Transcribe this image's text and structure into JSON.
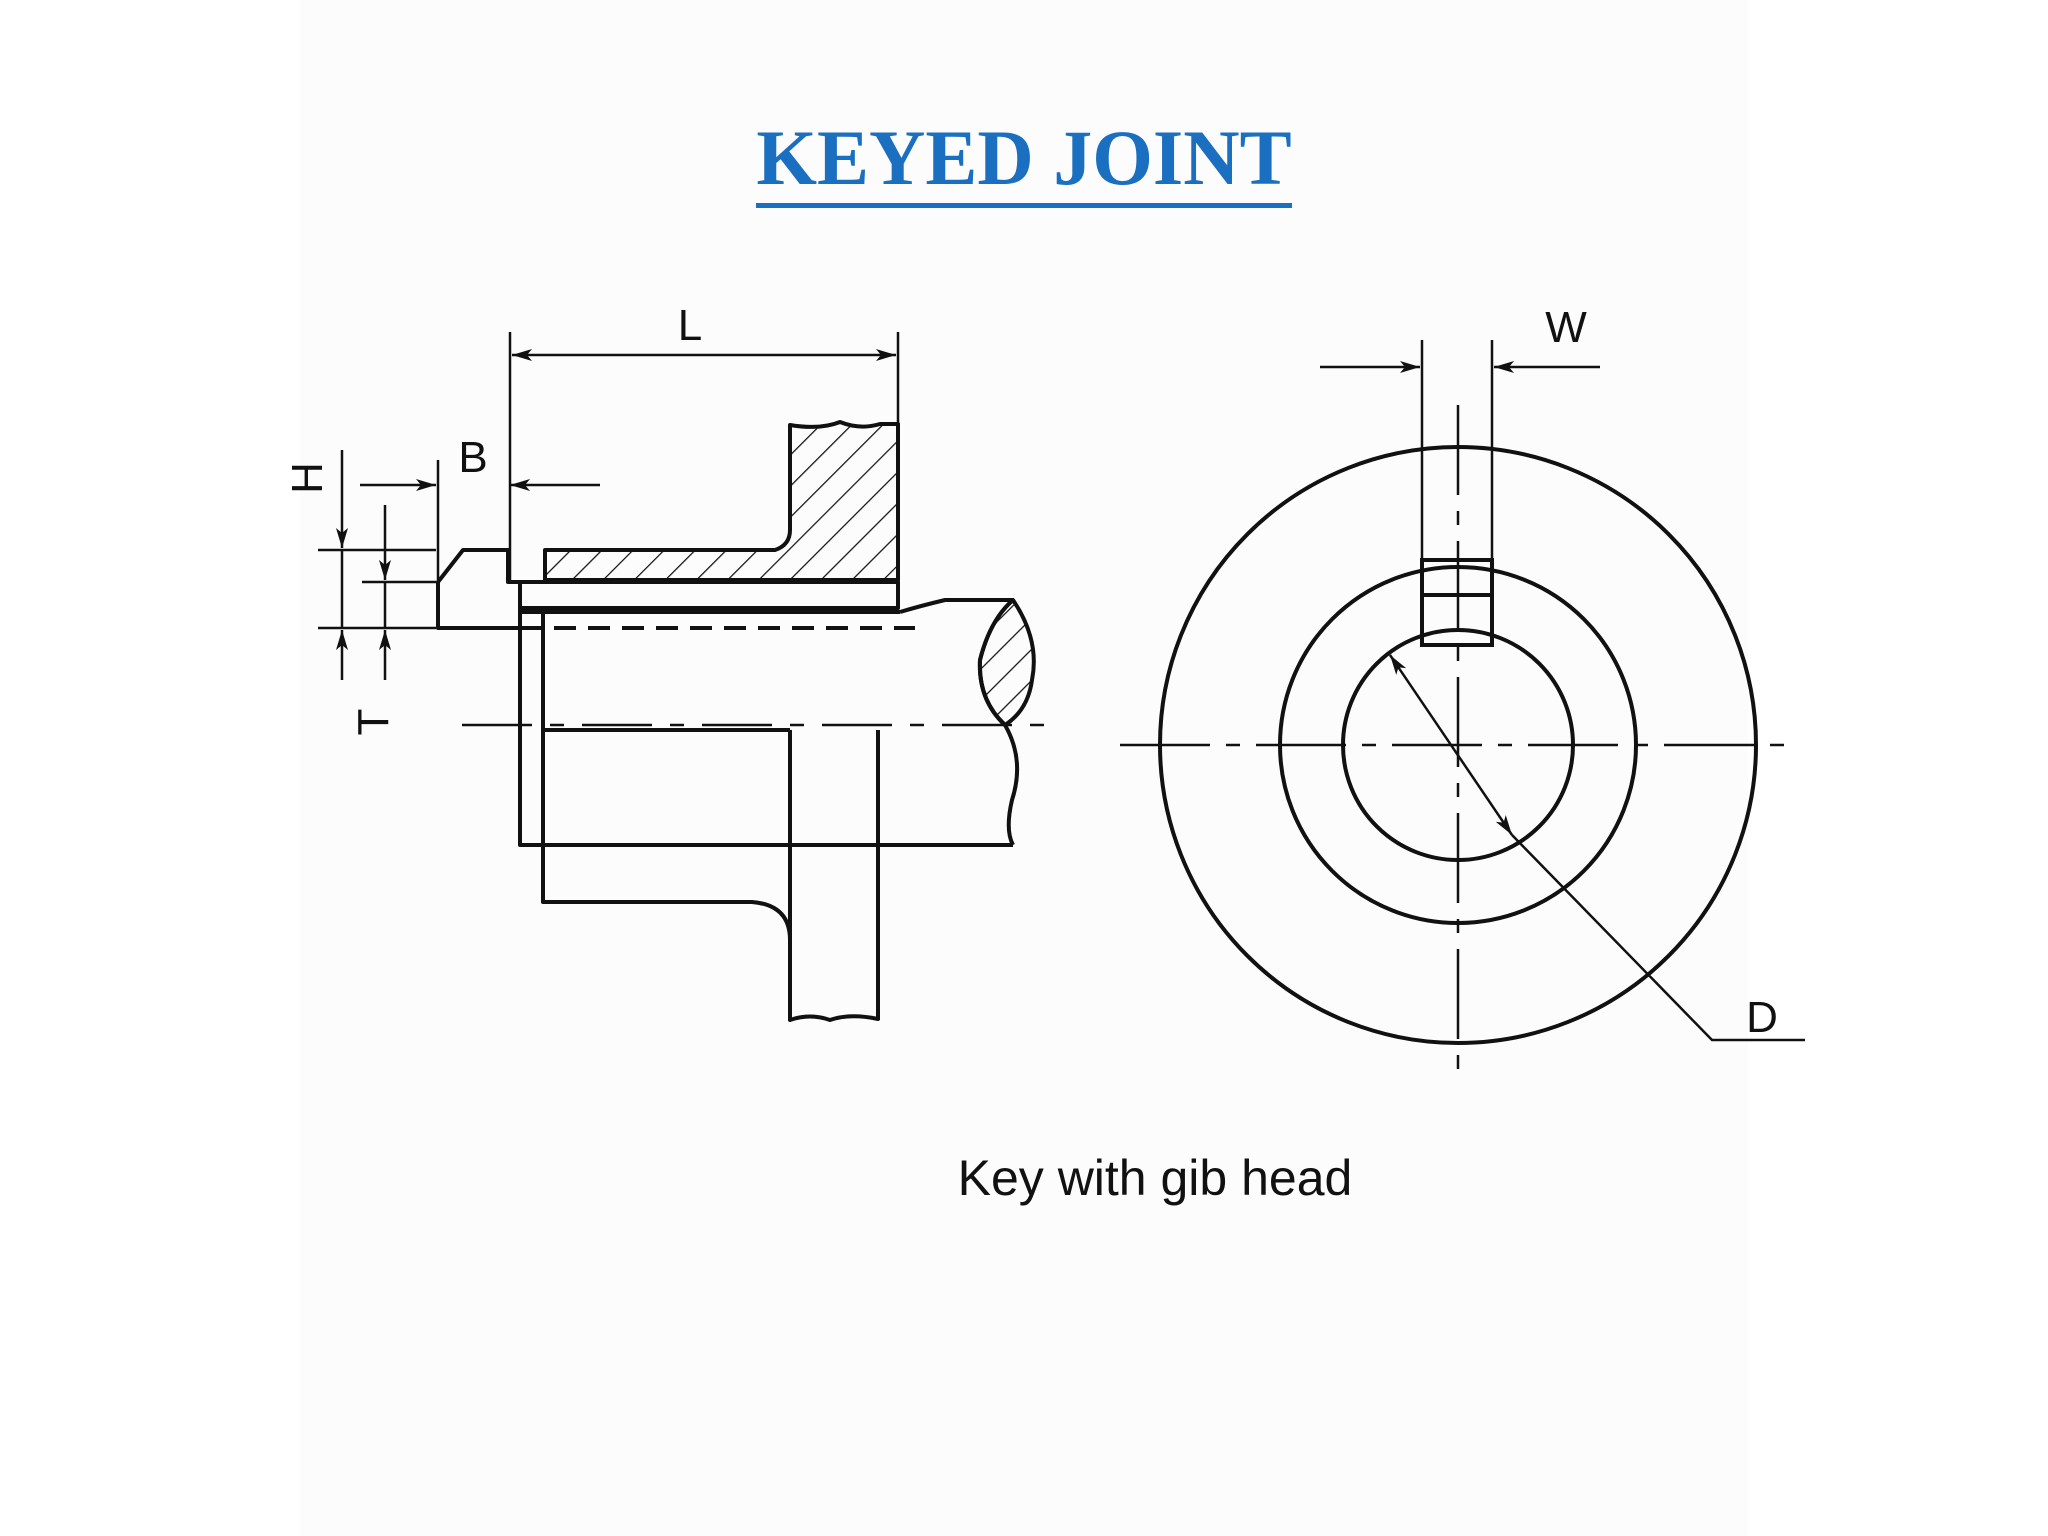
{
  "title": "KEYED JOINT",
  "dimensions": {
    "L": "L",
    "B": "B",
    "H": "H",
    "T": "T",
    "W": "W",
    "D": "D"
  },
  "caption": "Key with gib head",
  "colors": {
    "title": "#1a6fc0",
    "line": "#111111"
  }
}
